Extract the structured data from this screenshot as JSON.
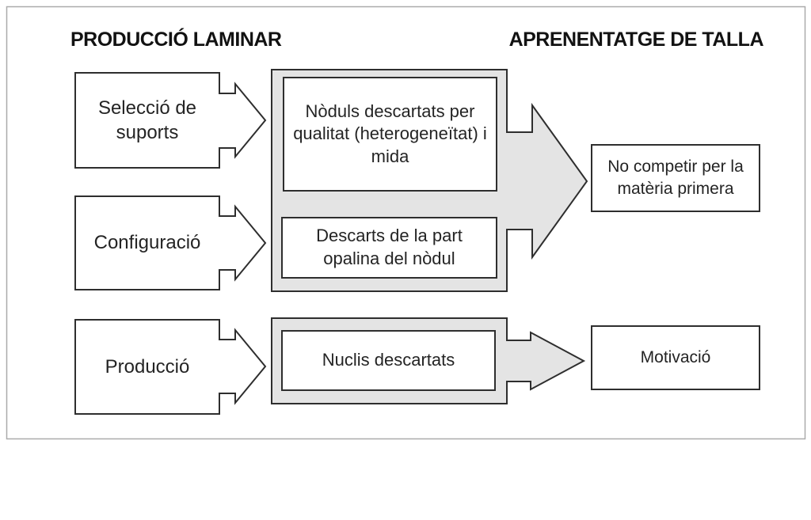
{
  "titles": {
    "left": "PRODUCCIÓ LAMINAR",
    "right": "APRENENTATGE DE TALLA"
  },
  "process_column": {
    "seleccio": "Selecció de\nsuports",
    "configuracio": "Configuració",
    "produccio": "Producció"
  },
  "discard_column": {
    "noduls": "Nòduls descartats per\nqualitat (heterogeneïtat) i\nmida",
    "descarts": "Descarts de la part\nopalina del nòdul",
    "nuclis": "Nuclis descartats"
  },
  "outcome_column": {
    "no_competir": "No competir per la\nmatèria primera",
    "motivacio": "Motivació"
  },
  "colors": {
    "container_fill": "#e4e4e4",
    "box_fill": "#ffffff",
    "shape_stroke": "#2e2e2e",
    "frame_border": "#ababab",
    "text": "#242424"
  }
}
